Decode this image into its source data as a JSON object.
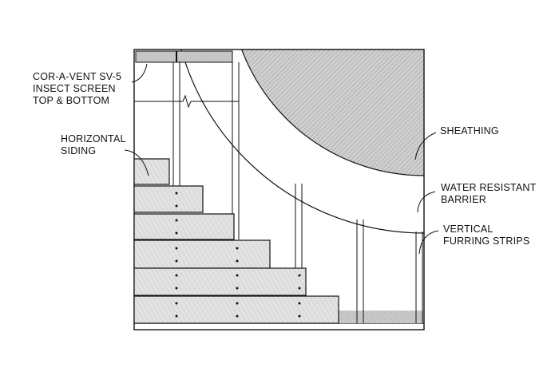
{
  "labels": {
    "insect_screen": [
      "COR-A-VENT SV-5",
      "INSECT SCREEN",
      "TOP & BOTTOM"
    ],
    "siding": [
      "HORIZONTAL",
      "SIDING"
    ],
    "sheathing": [
      "SHEATHING"
    ],
    "barrier": [
      "WATER RESISTANT",
      "BARRIER"
    ],
    "furring": [
      "VERTICAL",
      "FURRING STRIPS"
    ]
  },
  "colors": {
    "line": "#111111",
    "sheathing_fill": "#c8c8c8",
    "siding_fill": "#dedede",
    "screen_fill": "#cfcfcf",
    "background": "#ffffff"
  }
}
